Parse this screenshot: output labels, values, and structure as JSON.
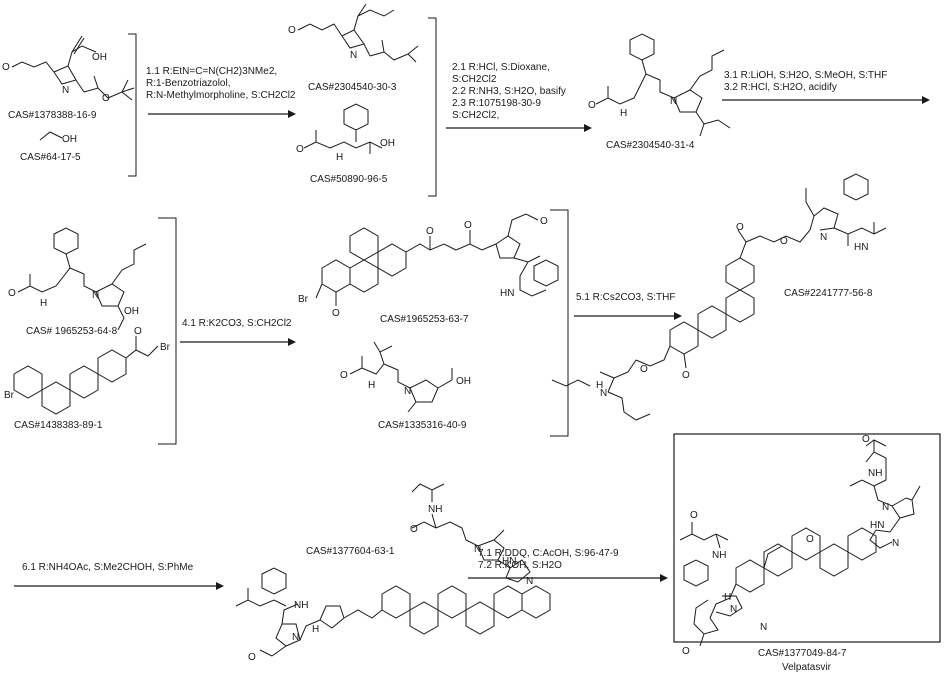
{
  "compounds": {
    "sm1": "CAS#1378388-16-9",
    "sm2": "CAS#64-17-5",
    "int1": "CAS#2304540-30-3",
    "sm3": "CAS#50890-96-5",
    "int2": "CAS#2304540-31-4",
    "int3": "CAS# 1965253-64-8",
    "sm4": "CAS#1438383-89-1",
    "int4": "CAS#1965253-63-7",
    "sm5": "CAS#1335316-40-9",
    "int5": "CAS#2241777-56-8",
    "int6": "CAS#1377604-63-1",
    "product": "CAS#1377049-84-7",
    "product_name": "Velpatasvir"
  },
  "steps": {
    "step1": [
      "1.1  R:EtN=C=N(CH2)3NMe2,",
      "R:1-Benzotriazolol,",
      "R:N-Methylmorpholine, S:CH2Cl2"
    ],
    "step2": [
      "2.1  R:HCl, S:Dioxane,",
      "S:CH2Cl2",
      "2.2  R:NH3, S:H2O, basify",
      "2.3  R:1075198-30-9",
      "S:CH2Cl2,"
    ],
    "step3": [
      "3.1  R:LiOH, S:H2O, S:MeOH, S:THF",
      "3.2  R:HCl, S:H2O, acidify"
    ],
    "step4": [
      "4.1  R:K2CO3, S:CH2Cl2"
    ],
    "step5": [
      "5.1  R:Cs2CO3, S:THF"
    ],
    "step6": [
      "6.1  R:NH4OAc, S:Me2CHOH, S:PhMe"
    ],
    "step7": [
      "7.1  R:DDQ, C:AcOH, S:96-47-9",
      "7.2  R:KOH, S:H2O"
    ]
  },
  "atoms": {
    "O": "O",
    "OH": "OH",
    "N": "N",
    "NH": "NH",
    "HN": "HN",
    "H": "H",
    "Br": "Br",
    "NH_imine": "NH"
  }
}
